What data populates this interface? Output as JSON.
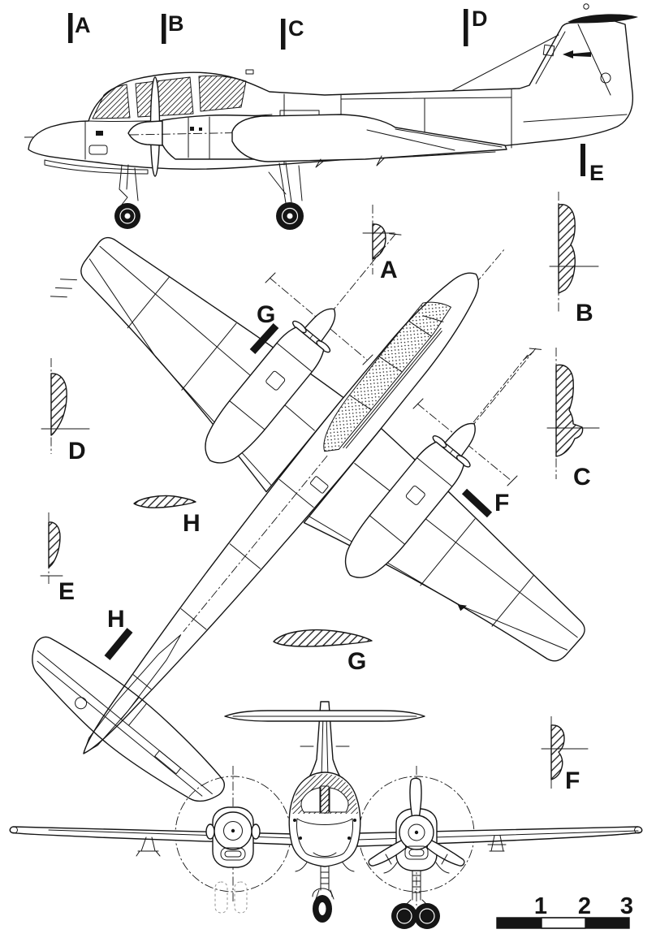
{
  "colors": {
    "ink": "#151515",
    "paper": "#ffffff"
  },
  "station_markers": [
    {
      "label": "A"
    },
    {
      "label": "B"
    },
    {
      "label": "C"
    },
    {
      "label": "D"
    },
    {
      "label": "E"
    }
  ],
  "cross_sections": [
    {
      "label": "A"
    },
    {
      "label": "B"
    },
    {
      "label": "C"
    },
    {
      "label": "D"
    },
    {
      "label": "E"
    },
    {
      "label": "F"
    }
  ],
  "airfoil_sections": [
    {
      "label": "H"
    },
    {
      "label": "G"
    }
  ],
  "cut_bars": [
    {
      "label": "G"
    },
    {
      "label": "F"
    },
    {
      "label": "H"
    }
  ],
  "scale_bar": {
    "ticks": [
      "1",
      "2",
      "3"
    ]
  }
}
